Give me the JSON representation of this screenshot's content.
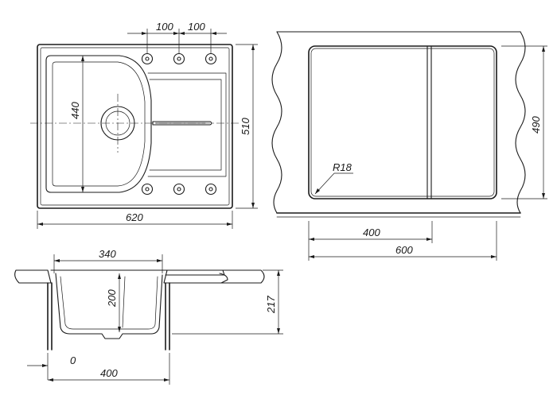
{
  "dimensions": {
    "top_hole_spacing_left": "100",
    "top_hole_spacing_right": "100",
    "bowl_height": "440",
    "overall_height": "510",
    "overall_width": "620",
    "cabinet_height": "490",
    "corner_radius": "R18",
    "cabinet_inner_width": "400",
    "cabinet_width": "600",
    "bowl_width": "340",
    "bowl_depth": "200",
    "section_height": "217",
    "offset": "0",
    "section_width": "400"
  }
}
